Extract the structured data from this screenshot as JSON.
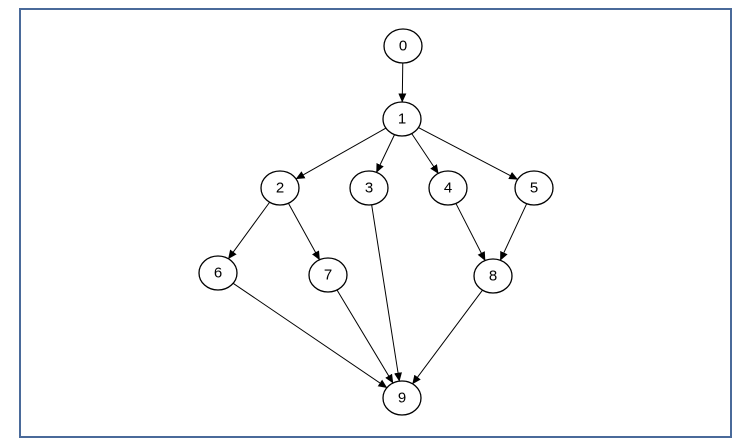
{
  "diagram": {
    "nodes": [
      {
        "id": "0",
        "label": "0"
      },
      {
        "id": "1",
        "label": "1"
      },
      {
        "id": "2",
        "label": "2"
      },
      {
        "id": "3",
        "label": "3"
      },
      {
        "id": "4",
        "label": "4"
      },
      {
        "id": "5",
        "label": "5"
      },
      {
        "id": "6",
        "label": "6"
      },
      {
        "id": "7",
        "label": "7"
      },
      {
        "id": "8",
        "label": "8"
      },
      {
        "id": "9",
        "label": "9"
      }
    ],
    "edges": [
      {
        "from": "0",
        "to": "1"
      },
      {
        "from": "1",
        "to": "2"
      },
      {
        "from": "1",
        "to": "3"
      },
      {
        "from": "1",
        "to": "4"
      },
      {
        "from": "1",
        "to": "5"
      },
      {
        "from": "2",
        "to": "6"
      },
      {
        "from": "2",
        "to": "7"
      },
      {
        "from": "3",
        "to": "9"
      },
      {
        "from": "4",
        "to": "8"
      },
      {
        "from": "5",
        "to": "8"
      },
      {
        "from": "6",
        "to": "9"
      },
      {
        "from": "7",
        "to": "9"
      },
      {
        "from": "8",
        "to": "9"
      }
    ],
    "colors": {
      "frame_border": "#4a6a9a",
      "node_stroke": "#000000",
      "edge": "#000000"
    }
  }
}
